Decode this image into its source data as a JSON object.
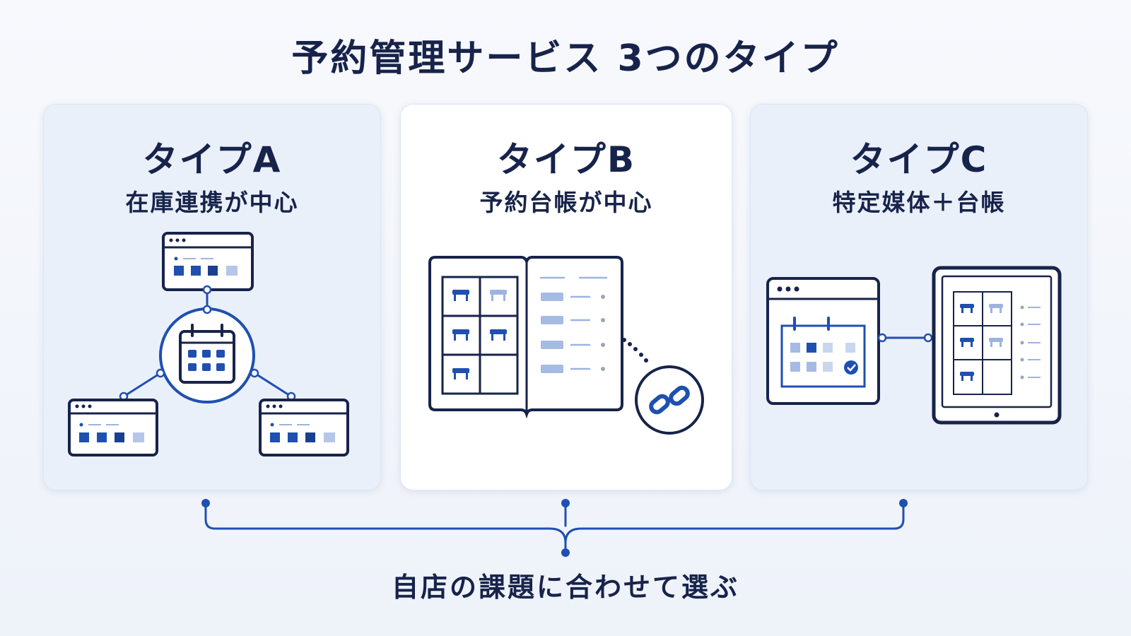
{
  "title": "予約管理サービス 3つのタイプ",
  "cards": [
    {
      "title": "タイプA",
      "subtitle": "在庫連携が中心",
      "icon": "sync-hub-calendar-icon"
    },
    {
      "title": "タイプB",
      "subtitle": "予約台帳が中心",
      "icon": "ledger-book-icon"
    },
    {
      "title": "タイプC",
      "subtitle": "特定媒体＋台帳",
      "icon": "browser-tablet-link-icon"
    }
  ],
  "caption": "自店の課題に合わせて選ぶ",
  "colors": {
    "navy": "#17234a",
    "blue": "#1f4fb0",
    "light_blue": "#9db4df",
    "card_tint": "#eaf0fa",
    "card_white": "#ffffff"
  }
}
